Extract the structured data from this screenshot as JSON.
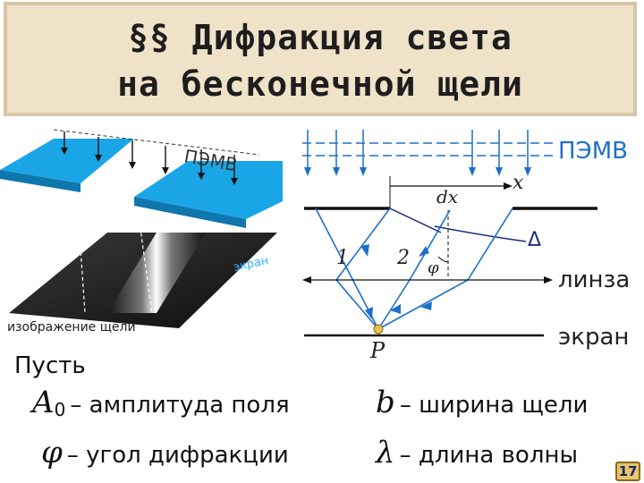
{
  "title": {
    "line1": "§§ Дифракция света",
    "line2": "на бесконечной щели"
  },
  "left_figure": {
    "wave_label": "ПЭМВ",
    "screen_label": "экран",
    "slit_image_label": "изображение щели"
  },
  "right_figure": {
    "wave_label": "ПЭМВ",
    "x_label": "x",
    "dx_label": "dx",
    "delta_label": "Δ",
    "ray1_label": "1",
    "ray2_label": "2",
    "phi_label": "φ",
    "lens_label": "линза",
    "screen_label": "экран",
    "point_label": "P"
  },
  "definitions": {
    "intro": "Пусть",
    "items": [
      {
        "symbol": "A",
        "subscript": "0",
        "text": "– амплитуда поля"
      },
      {
        "symbol": "b",
        "text": "– ширина щели"
      },
      {
        "symbol": "φ",
        "text": "– угол дифракции"
      },
      {
        "symbol": "λ",
        "text": "– длина волны"
      }
    ]
  },
  "page_number": "17",
  "colors": {
    "title_bg": "#f0e2c8",
    "wave_blue": "#1aa6e6",
    "ray_blue": "#1e6fc8",
    "point_gold": "#e8c24a"
  }
}
